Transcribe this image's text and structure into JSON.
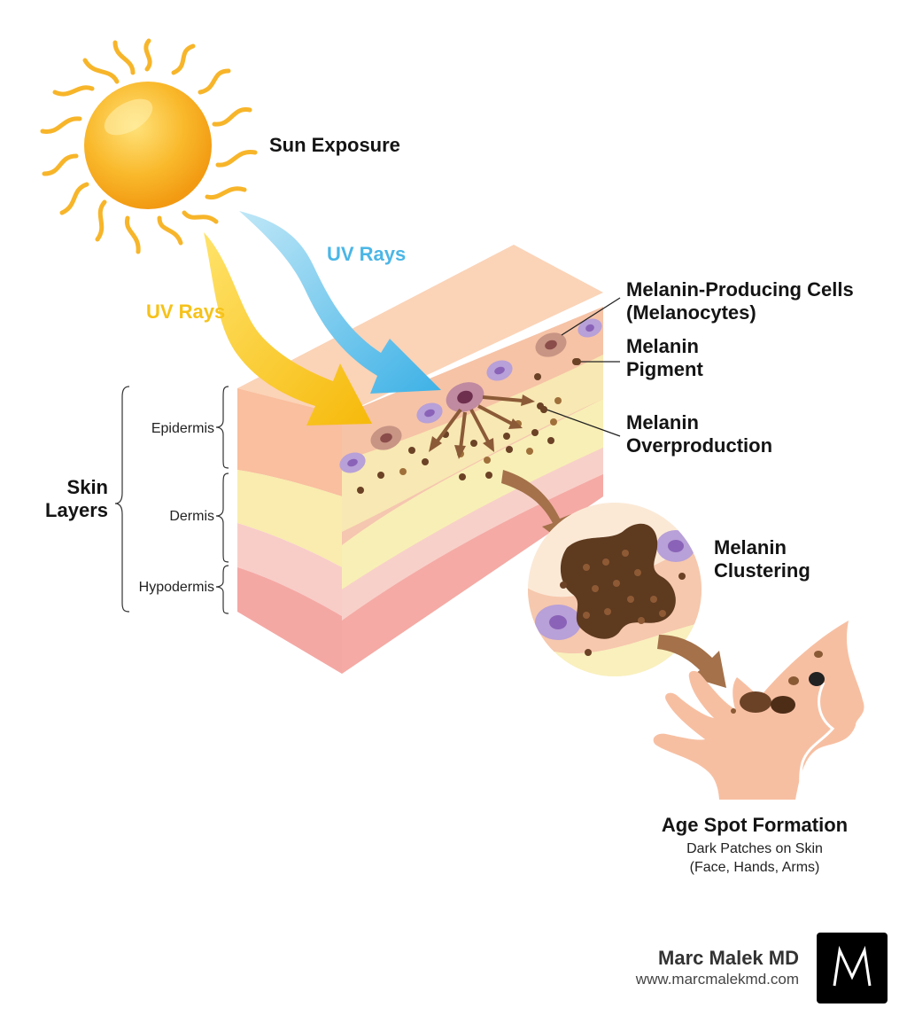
{
  "labels": {
    "sun": "Sun Exposure",
    "uv_left": "UV Rays",
    "uv_right": "UV Rays",
    "melanocytes_1": "Melanin-Producing Cells",
    "melanocytes_2": "(Melanocytes)",
    "pigment_1": "Melanin",
    "pigment_2": "Pigment",
    "overprod_1": "Melanin",
    "overprod_2": "Overproduction",
    "cluster_1": "Melanin",
    "cluster_2": "Clustering",
    "skin_layers_1": "Skin",
    "skin_layers_2": "Layers",
    "epidermis": "Epidermis",
    "dermis": "Dermis",
    "hypodermis": "Hypodermis",
    "age_spot_title": "Age Spot Formation",
    "age_spot_sub1": "Dark Patches on Skin",
    "age_spot_sub2": "(Face, Hands, Arms)"
  },
  "footer": {
    "name": "Marc Malek MD",
    "url": "www.marcmalekmd.com",
    "logo_letter": "M"
  },
  "colors": {
    "sun": "#f7b52a",
    "uv_yellow": "#f6c21a",
    "uv_blue": "#4bb6e6",
    "epidermis": "#f9c9a8",
    "dermis": "#f9f0b8",
    "hypodermis": "#f6a9a6",
    "melanin": "#6b4226",
    "arrow_brown": "#a4714a"
  }
}
